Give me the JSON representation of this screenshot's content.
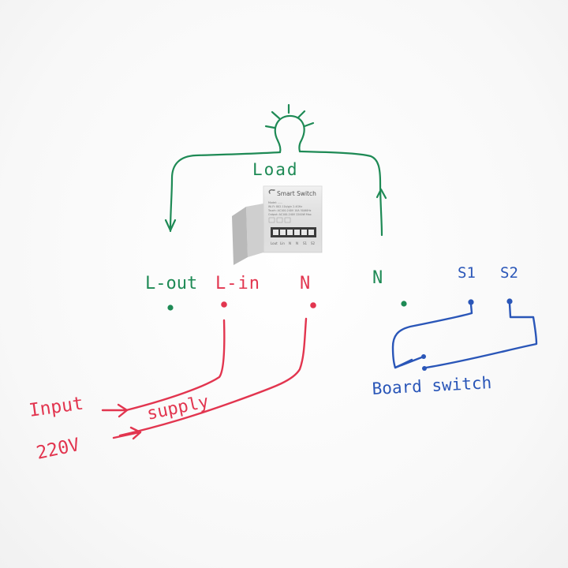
{
  "load_label": "Load",
  "device": {
    "brand": "Smart Switch",
    "spec_lines": [
      "Model: ......",
      "Wi-Fi: 802.11b/g/n  2.4GHz",
      "Touch: AC100-240V  10A 50/60Hz",
      "Output: AC100-240V  2200W Max"
    ],
    "terminal_labels": [
      "Lout",
      "Lin",
      "N",
      "N",
      "S1",
      "S2"
    ]
  },
  "terminals": {
    "l_out": "L-out",
    "l_in": "L-in",
    "n_input": "N",
    "n_load": "N",
    "s1": "S1",
    "s2": "S2"
  },
  "switch_label": "Board switch",
  "input_label": "Input",
  "voltage_label": "220V",
  "supply_label": "supply",
  "colors": {
    "load": "#1e8a55",
    "supply": "#e2354f",
    "switch": "#2a56b8"
  }
}
